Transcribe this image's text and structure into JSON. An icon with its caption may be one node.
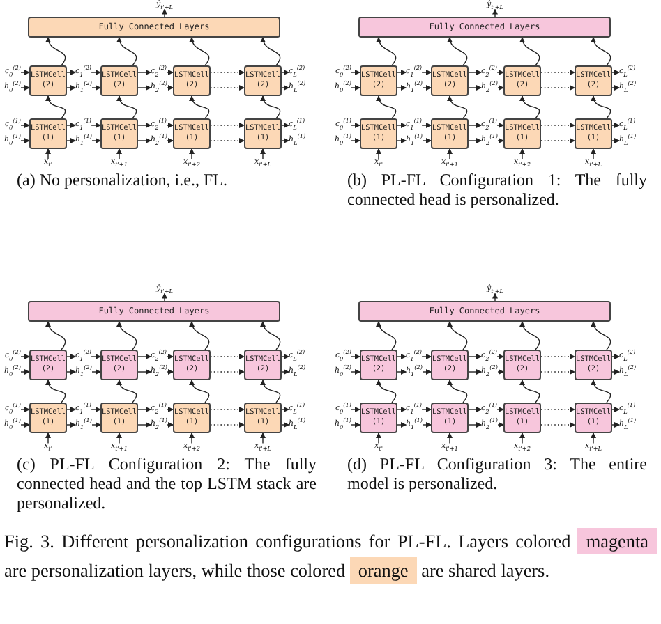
{
  "diagram": {
    "caption": "Fig. 3.  Different personalization configurations for PL-FL. Layers colored",
    "nodes": [
      {
        "text": [
          "ŷ$_{t'+L}$"
        ]
      },
      {
        "text": [
          "Fully Connected Layers"
        ]
      },
      {
        "text": [
          "c$_{0}$$^{(2)}$"
        ]
      },
      {
        "text": [
          "h$_{0}$$^{(2)}$"
        ]
      },
      {
        "text": [
          "LSTMCell (2)"
        ]
      },
      {
        "text": [
          "c$_{1}$$^{(2)}$"
        ]
      },
      {
        "text": [
          "h$_{1}$$^{(2)}$"
        ]
      },
      {
        "text": [
          "LSTMCell (2)"
        ]
      },
      {
        "text": [
          "c$_{2}$$^{(2)}$"
        ]
      },
      {
        "text": [
          "h$_{2}$$^{(2)}$"
        ]
      },
      {
        "text": [
          "LSTMCell (2)"
        ]
      },
      {
        "text": [
          "LSTMCell (2)"
        ]
      },
      {
        "text": [
          "c$_{L}$$^{(2)}$"
        ]
      },
      {
        "text": [
          "h$_{L}$$^{(2)}$"
        ]
      },
      {
        "text": [
          "c$_{0}$$^{(1)}$"
        ]
      },
      {
        "text": [
          "h$_{0}$$^{(1)}$"
        ]
      },
      {
        "text": [
          "LSTMCell (1)"
        ]
      },
      {
        "text": [
          "c$_{1}$$^{(1)}$"
        ]
      },
      {
        "text": [
          "h$_{1}$$^{(1)}$"
        ]
      },
      {
        "text": [
          "LSTMCell (1)"
        ]
      },
      {
        "text": [
          "c$_{2}$$^{(1)}$"
        ]
      },
      {
        "text": [
          "h$_{2}$$^{(1)}$"
        ]
      },
      {
        "text": [
          "LSTMCell (1)"
        ]
      },
      {
        "text": [
          "LSTMCell (1)"
        ]
      },
      {
        "text": [
          "c$_{L}$$^{(1)}$"
        ]
      },
      {
        "text": [
          "h$_{L}$$^{(1)}$"
        ]
      },
      {
        "text": [
          "x$_{t'}$"
        ]
      },
      {
        "text": [
          "x$_{t'+1}$"
        ]
      },
      {
        "text": [
          "x$_{t'+2}$"
        ]
      },
      {
        "text": [
          "x$_{t'+L}$"
        ]
      },
      {
        "text": [
          "ŷ$_{t'+L}$"
        ]
      },
      {
        "text": [
          "Fully Connected Layers"
        ]
      },
      {
        "text": [
          "c$_{0}$$^{(2)}$"
        ]
      },
      {
        "text": [
          "h$_{0}$$^{(2)}$"
        ]
      },
      {
        "text": [
          "LSTMCell (2)"
        ]
      },
      {
        "text": [
          "c$_{1}$$^{(2)}$"
        ]
      },
      {
        "text": [
          "h$_{1}$$^{(2)}$"
        ]
      },
      {
        "text": [
          "LSTMCell (2)"
        ]
      },
      {
        "text": [
          "c$_{2}$$^{(2)}$"
        ]
      },
      {
        "text": [
          "h$_{2}$$^{(2)}$"
        ]
      },
      {
        "text": [
          "LSTMCell (2)"
        ]
      },
      {
        "text": [
          "LSTMCell (2)"
        ]
      },
      {
        "text": [
          "c$_{L}$$^{(2)}$"
        ]
      },
      {
        "text": [
          "h$_{L}$$^{(2)}$"
        ]
      },
      {
        "text": [
          "c$_{0}$$^{(1)}$"
        ]
      },
      {
        "text": [
          "h$_{0}$$^{(1)}$"
        ]
      },
      {
        "text": [
          "LSTMCell (1)"
        ]
      },
      {
        "text": [
          "c$_{1}$$^{(1)}$"
        ]
      },
      {
        "text": [
          "h$_{1}$$^{(1)}$"
        ]
      },
      {
        "text": [
          "LSTMCell (1)"
        ]
      },
      {
        "text": [
          "c$_{2}$$^{(1)}$"
        ]
      },
      {
        "text": [
          "h$_{2}$$^{(1)}$"
        ]
      },
      {
        "text": [
          "LSTMCell (1)"
        ]
      },
      {
        "text": [
          "LSTMCell (1)"
        ]
      },
      {
        "text": [
          "c$_{L}$$^{(1)}$"
        ]
      },
      {
        "text": [
          "h$_{L}$$^{(1)}$"
        ]
      },
      {
        "text": [
          "x$_{t'}$"
        ]
      },
      {
        "text": [
          "x$_{t'+1}$"
        ]
      },
      {
        "text": [
          "x$_{t'+2}$"
        ]
      },
      {
        "text": [
          "x$_{t'+L}$"
        ]
      },
      {
        "text": [
          "ŷ$_{t'+L}$"
        ]
      },
      {
        "text": [
          "Fully Connected Layers"
        ]
      },
      {
        "text": [
          "c$_{0}$$^{(2)}$"
        ]
      },
      {
        "text": [
          "h$_{0}$$^{(2)}$"
        ]
      },
      {
        "text": [
          "LSTMCell (2)"
        ]
      },
      {
        "text": [
          "c$_{1}$$^{(2)}$"
        ]
      },
      {
        "text": [
          "h$_{1}$$^{(2)}$"
        ]
      },
      {
        "text": [
          "LSTMCell (2)"
        ]
      },
      {
        "text": [
          "c$_{2}$$^{(2)}$"
        ]
      },
      {
        "text": [
          "h$_{2}$$^{(2)}$"
        ]
      },
      {
        "text": [
          "LSTMCell (2)"
        ]
      },
      {
        "text": [
          "LSTMCell (2)"
        ]
      },
      {
        "text": [
          "c$_{L}$$^{(2)}$"
        ]
      },
      {
        "text": [
          "h$_{L}$$^{(2)}$"
        ]
      },
      {
        "text": [
          "c$_{0}$$^{(1)}$"
        ]
      },
      {
        "text": [
          "h$_{0}$$^{(1)}$"
        ]
      },
      {
        "text": [
          "LSTMCell (1)"
        ]
      },
      {
        "text": [
          "c$_{1}$$^{(1)}$"
        ]
      },
      {
        "text": [
          "h$_{1}$$^{(1)}$"
        ]
      },
      {
        "text": [
          "LSTMCell (1)"
        ]
      },
      {
        "text": [
          "c$_{2}$$^{(1)}$"
        ]
      },
      {
        "text": [
          "h$_{2}$$^{(1)}$"
        ]
      },
      {
        "text": [
          "LSTMCell (1)"
        ]
      },
      {
        "text": [
          "LSTMCell (1)"
        ]
      },
      {
        "text": [
          "c$_{L}$$^{(1)}$"
        ]
      },
      {
        "text": [
          "h$_{L}$$^{(1)}$"
        ]
      },
      {
        "text": [
          "x$_{t'}$"
        ]
      },
      {
        "text": [
          "x$_{t'+1}$"
        ]
      },
      {
        "text": [
          "x$_{t'+2}$"
        ]
      },
      {
        "text": [
          "x$_{t'+L}$"
        ]
      },
      {
        "text": [
          "ŷ$_{t'+L}$"
        ]
      },
      {
        "text": [
          "Fully Connected Layers"
        ]
      },
      {
        "text": [
          "c$_{0}$$^{(2)}$"
        ]
      },
      {
        "text": [
          "h$_{0}$$^{(2)}$"
        ]
      },
      {
        "text": [
          "LSTMCell (2)"
        ]
      },
      {
        "text": [
          "c$_{1}$$^{(2)}$"
        ]
      },
      {
        "text": [
          "h$_{1}$$^{(2)}$"
        ]
      },
      {
        "text": [
          "LSTMCell (2)"
        ]
      },
      {
        "text": [
          "c$_{2}$$^{(2)}$"
        ]
      },
      {
        "text": [
          "h$_{2}$$^{(2)}$"
        ]
      },
      {
        "text": [
          "LSTMCell (2)"
        ]
      },
      {
        "text": [
          "LSTMCell (2)"
        ]
      },
      {
        "text": [
          "c$_{L}$$^{(2)}$"
        ]
      },
      {
        "text": [
          "h$_{L}$$^{(2)}$"
        ]
      },
      {
        "text": [
          "c$_{0}$$^{(1)}$"
        ]
      },
      {
        "text": [
          "h$_{0}$$^{(1)}$"
        ]
      },
      {
        "text": [
          "LSTMCell (1)"
        ]
      },
      {
        "text": [
          "c$_{1}$$^{(1)}$"
        ]
      },
      {
        "text": [
          "h$_{1}$$^{(1)}$"
        ]
      },
      {
        "text": [
          "LSTMCell (1)"
        ]
      },
      {
        "text": [
          "c$_{2}$$^{(1)}$"
        ]
      },
      {
        "text": [
          "h$_{2}$$^{(1)}$"
        ]
      },
      {
        "text": [
          "LSTMCell (1)"
        ]
      },
      {
        "text": [
          "LSTMCell (1)"
        ]
      },
      {
        "text": [
          "c$_{L}$$^{(1)}$"
        ]
      },
      {
        "text": [
          "h$_{L}$$^{(1)}$"
        ]
      },
      {
        "text": [
          "x$_{t'}$"
        ]
      },
      {
        "text": [
          "x$_{t'+1}$"
        ]
      },
      {
        "text": [
          "x$_{t'+2}$"
        ]
      },
      {
        "text": [
          "x$_{t'+L}$"
        ]
      }
    ],
    "edges": [
      {
        "from": 1,
        "to": 0,
        "arrow": "to"
      },
      {
        "from": 2,
        "to": 4,
        "arrow": "to"
      },
      {
        "from": 3,
        "to": 4,
        "arrow": "to"
      },
      {
        "from": 4,
        "to": 5,
        "arrow": "to"
      },
      {
        "from": 4,
        "to": 6,
        "arrow": "to"
      },
      {
        "from": 5,
        "to": 7,
        "arrow": "to"
      },
      {
        "from": 6,
        "to": 7,
        "arrow": "to"
      },
      {
        "from": 7,
        "to": 8,
        "arrow": "to"
      },
      {
        "from": 7,
        "to": 9,
        "arrow": "to"
      },
      {
        "from": 8,
        "to": 10,
        "arrow": "to"
      },
      {
        "from": 9,
        "to": 10,
        "arrow": "to"
      },
      {
        "from": 10,
        "to": 11,
        "arrow": "to",
        "style": "dashed"
      },
      {
        "from": 10,
        "to": 11,
        "arrow": "to",
        "style": "dashed"
      },
      {
        "from": 11,
        "to": 12,
        "arrow": "to"
      },
      {
        "from": 11,
        "to": 13,
        "arrow": "to"
      },
      {
        "from": 14,
        "to": 16,
        "arrow": "to"
      },
      {
        "from": 15,
        "to": 16,
        "arrow": "to"
      },
      {
        "from": 16,
        "to": 17,
        "arrow": "to"
      },
      {
        "from": 16,
        "to": 18,
        "arrow": "to"
      },
      {
        "from": 17,
        "to": 19,
        "arrow": "to"
      },
      {
        "from": 18,
        "to": 19,
        "arrow": "to"
      },
      {
        "from": 19,
        "to": 20,
        "arrow": "to"
      },
      {
        "from": 19,
        "to": 21,
        "arrow": "to"
      },
      {
        "from": 20,
        "to": 22,
        "arrow": "to"
      },
      {
        "from": 21,
        "to": 22,
        "arrow": "to"
      },
      {
        "from": 22,
        "to": 23,
        "arrow": "to",
        "style": "dashed"
      },
      {
        "from": 22,
        "to": 23,
        "arrow": "to",
        "style": "dashed"
      },
      {
        "from": 23,
        "to": 24,
        "arrow": "to"
      },
      {
        "from": 23,
        "to": 25,
        "arrow": "to"
      },
      {
        "from": 26,
        "to": 16,
        "arrow": "to"
      },
      {
        "from": 27,
        "to": 19,
        "arrow": "to"
      },
      {
        "from": 28,
        "to": 22,
        "arrow": "to"
      },
      {
        "from": 29,
        "to": 23,
        "arrow": "to"
      },
      {
        "from": 16,
        "to": 4,
        "arrow": "to"
      },
      {
        "from": 19,
        "to": 7,
        "arrow": "to"
      },
      {
        "from": 22,
        "to": 10,
        "arrow": "to"
      },
      {
        "from": 23,
        "to": 11,
        "arrow": "to"
      },
      {
        "from": 4,
        "to": 1,
        "arrow": "to"
      },
      {
        "from": 7,
        "to": 1,
        "arrow": "to"
      },
      {
        "from": 10,
        "to": 1,
        "arrow": "to"
      },
      {
        "from": 11,
        "to": 1,
        "arrow": "to"
      },
      {
        "from": 31,
        "to": 30,
        "arrow": "to"
      },
      {
        "from": 32,
        "to": 34,
        "arrow": "to"
      },
      {
        "from": 33,
        "to": 34,
        "arrow": "to"
      },
      {
        "from": 34,
        "to": 35,
        "arrow": "to"
      },
      {
        "from": 34,
        "to": 36,
        "arrow": "to"
      },
      {
        "from": 35,
        "to": 37,
        "arrow": "to"
      },
      {
        "from": 36,
        "to": 37,
        "arrow": "to"
      },
      {
        "from": 37,
        "to": 38,
        "arrow": "to"
      },
      {
        "from": 37,
        "to": 39,
        "arrow": "to"
      },
      {
        "from": 38,
        "to": 40,
        "arrow": "to"
      },
      {
        "from": 39,
        "to": 40,
        "arrow": "to"
      },
      {
        "from": 40,
        "to": 41,
        "arrow": "to",
        "style": "dashed"
      },
      {
        "from": 40,
        "to": 41,
        "arrow": "to",
        "style": "dashed"
      },
      {
        "from": 41,
        "to": 42,
        "arrow": "to"
      },
      {
        "from": 41,
        "to": 43,
        "arrow": "to"
      },
      {
        "from": 44,
        "to": 46,
        "arrow": "to"
      },
      {
        "from": 45,
        "to": 46,
        "arrow": "to"
      },
      {
        "from": 46,
        "to": 47,
        "arrow": "to"
      },
      {
        "from": 46,
        "to": 48,
        "arrow": "to"
      },
      {
        "from": 47,
        "to": 49,
        "arrow": "to"
      },
      {
        "from": 48,
        "to": 49,
        "arrow": "to"
      },
      {
        "from": 49,
        "to": 50,
        "arrow": "to"
      },
      {
        "from": 49,
        "to": 51,
        "arrow": "to"
      },
      {
        "from": 50,
        "to": 52,
        "arrow": "to"
      },
      {
        "from": 51,
        "to": 52,
        "arrow": "to"
      },
      {
        "from": 52,
        "to": 53,
        "arrow": "to",
        "style": "dashed"
      },
      {
        "from": 52,
        "to": 53,
        "arrow": "to",
        "style": "dashed"
      },
      {
        "from": 53,
        "to": 54,
        "arrow": "to"
      },
      {
        "from": 53,
        "to": 55,
        "arrow": "to"
      },
      {
        "from": 56,
        "to": 46,
        "arrow": "to"
      },
      {
        "from": 57,
        "to": 49,
        "arrow": "to"
      },
      {
        "from": 58,
        "to": 52,
        "arrow": "to"
      },
      {
        "from": 59,
        "to": 53,
        "arrow": "to"
      },
      {
        "from": 46,
        "to": 34,
        "arrow": "to"
      },
      {
        "from": 49,
        "to": 37,
        "arrow": "to"
      },
      {
        "from": 52,
        "to": 40,
        "arrow": "to"
      },
      {
        "from": 53,
        "to": 41,
        "arrow": "to"
      },
      {
        "from": 34,
        "to": 31,
        "arrow": "to"
      },
      {
        "from": 37,
        "to": 31,
        "arrow": "to"
      },
      {
        "from": 40,
        "to": 31,
        "arrow": "to"
      },
      {
        "from": 41,
        "to": 31,
        "arrow": "to"
      },
      {
        "from": 61,
        "to": 60,
        "arrow": "to"
      },
      {
        "from": 62,
        "to": 64,
        "arrow": "to"
      },
      {
        "from": 63,
        "to": 64,
        "arrow": "to"
      },
      {
        "from": 64,
        "to": 65,
        "arrow": "to"
      },
      {
        "from": 64,
        "to": 66,
        "arrow": "to"
      },
      {
        "from": 65,
        "to": 67,
        "arrow": "to"
      },
      {
        "from": 66,
        "to": 67,
        "arrow": "to"
      },
      {
        "from": 67,
        "to": 68,
        "arrow": "to"
      },
      {
        "from": 67,
        "to": 69,
        "arrow": "to"
      },
      {
        "from": 68,
        "to": 70,
        "arrow": "to"
      },
      {
        "from": 69,
        "to": 70,
        "arrow": "to"
      },
      {
        "from": 70,
        "to": 71,
        "arrow": "to",
        "style": "dashed"
      },
      {
        "from": 70,
        "to": 71,
        "arrow": "to",
        "style": "dashed"
      },
      {
        "from": 71,
        "to": 72,
        "arrow": "to"
      },
      {
        "from": 71,
        "to": 73,
        "arrow": "to"
      },
      {
        "from": 74,
        "to": 76,
        "arrow": "to"
      },
      {
        "from": 75,
        "to": 76,
        "arrow": "to"
      },
      {
        "from": 76,
        "to": 77,
        "arrow": "to"
      },
      {
        "from": 76,
        "to": 78,
        "arrow": "to"
      },
      {
        "from": 77,
        "to": 79,
        "arrow": "to"
      },
      {
        "from": 78,
        "to": 79,
        "arrow": "to"
      },
      {
        "from": 79,
        "to": 80,
        "arrow": "to"
      },
      {
        "from": 79,
        "to": 81,
        "arrow": "to"
      },
      {
        "from": 80,
        "to": 82,
        "arrow": "to"
      },
      {
        "from": 81,
        "to": 82,
        "arrow": "to"
      },
      {
        "from": 82,
        "to": 83,
        "arrow": "to",
        "style": "dashed"
      },
      {
        "from": 82,
        "to": 83,
        "arrow": "to",
        "style": "dashed"
      },
      {
        "from": 83,
        "to": 84,
        "arrow": "to"
      },
      {
        "from": 83,
        "to": 85,
        "arrow": "to"
      },
      {
        "from": 86,
        "to": 76,
        "arrow": "to"
      },
      {
        "from": 87,
        "to": 79,
        "arrow": "to"
      },
      {
        "from": 88,
        "to": 82,
        "arrow": "to"
      },
      {
        "from": 89,
        "to": 83,
        "arrow": "to"
      },
      {
        "from": 76,
        "to": 64,
        "arrow": "to"
      },
      {
        "from": 79,
        "to": 67,
        "arrow": "to"
      },
      {
        "from": 82,
        "to": 70,
        "arrow": "to"
      },
      {
        "from": 83,
        "to": 71,
        "arrow": "to"
      },
      {
        "from": 64,
        "to": 61,
        "arrow": "to"
      },
      {
        "from": 67,
        "to": 61,
        "arrow": "to"
      },
      {
        "from": 70,
        "to": 61,
        "arrow": "to"
      },
      {
        "from": 71,
        "to": 61,
        "arrow": "to"
      },
      {
        "from": 91,
        "to": 90,
        "arrow": "to"
      },
      {
        "from": 92,
        "to": 94,
        "arrow": "to"
      },
      {
        "from": 93,
        "to": 94,
        "arrow": "to"
      },
      {
        "from": 94,
        "to": 95,
        "arrow": "to"
      },
      {
        "from": 94,
        "to": 96,
        "arrow": "to"
      },
      {
        "from": 95,
        "to": 97,
        "arrow": "to"
      },
      {
        "from": 96,
        "to": 97,
        "arrow": "to"
      },
      {
        "from": 97,
        "to": 98,
        "arrow": "to"
      },
      {
        "from": 97,
        "to": 99,
        "arrow": "to"
      },
      {
        "from": 98,
        "to": 100,
        "arrow": "to"
      },
      {
        "from": 99,
        "to": 100,
        "arrow": "to"
      },
      {
        "from": 100,
        "to": 101,
        "arrow": "to",
        "style": "dashed"
      },
      {
        "from": 100,
        "to": 101,
        "arrow": "to",
        "style": "dashed"
      },
      {
        "from": 101,
        "to": 102,
        "arrow": "to"
      },
      {
        "from": 101,
        "to": 103,
        "arrow": "to"
      },
      {
        "from": 104,
        "to": 106,
        "arrow": "to"
      },
      {
        "from": 105,
        "to": 106,
        "arrow": "to"
      },
      {
        "from": 106,
        "to": 107,
        "arrow": "to"
      },
      {
        "from": 106,
        "to": 108,
        "arrow": "to"
      },
      {
        "from": 107,
        "to": 109,
        "arrow": "to"
      },
      {
        "from": 108,
        "to": 109,
        "arrow": "to"
      },
      {
        "from": 109,
        "to": 110,
        "arrow": "to"
      },
      {
        "from": 109,
        "to": 111,
        "arrow": "to"
      },
      {
        "from": 110,
        "to": 112,
        "arrow": "to"
      },
      {
        "from": 111,
        "to": 112,
        "arrow": "to"
      },
      {
        "from": 112,
        "to": 113,
        "arrow": "to",
        "style": "dashed"
      },
      {
        "from": 112,
        "to": 113,
        "arrow": "to",
        "style": "dashed"
      },
      {
        "from": 113,
        "to": 114,
        "arrow": "to"
      },
      {
        "from": 113,
        "to": 115,
        "arrow": "to"
      },
      {
        "from": 116,
        "to": 106,
        "arrow": "to"
      },
      {
        "from": 117,
        "to": 109,
        "arrow": "to"
      },
      {
        "from": 118,
        "to": 112,
        "arrow": "to"
      },
      {
        "from": 119,
        "to": 113,
        "arrow": "to"
      },
      {
        "from": 106,
        "to": 94,
        "arrow": "to"
      },
      {
        "from": 109,
        "to": 97,
        "arrow": "to"
      },
      {
        "from": 112,
        "to": 100,
        "arrow": "to"
      },
      {
        "from": 113,
        "to": 101,
        "arrow": "to"
      },
      {
        "from": 94,
        "to": 91,
        "arrow": "to"
      },
      {
        "from": 97,
        "to": 91,
        "arrow": "to"
      },
      {
        "from": 100,
        "to": 91,
        "arrow": "to"
      },
      {
        "from": 101,
        "to": 91,
        "arrow": "to"
      }
    ],
    "labels": [
      "(a) No personalization, i.e., FL.",
      "(b) PL-FL Configuration 1: The fully connected head is personalized.",
      "(c) PL-FL Configuration 2: The fully connected head and the top LSTM stack are personalized.",
      "(d) PL-FL Configuration 3: The entire model is personalized.",
      "are personalization layers, while those colored",
      "are shared layers."
    ],
    "legend": [
      {
        "text": "magenta",
        "color": "#f7c6dc"
      },
      {
        "text": "orange",
        "color": "#fcd8b6"
      }
    ]
  }
}
